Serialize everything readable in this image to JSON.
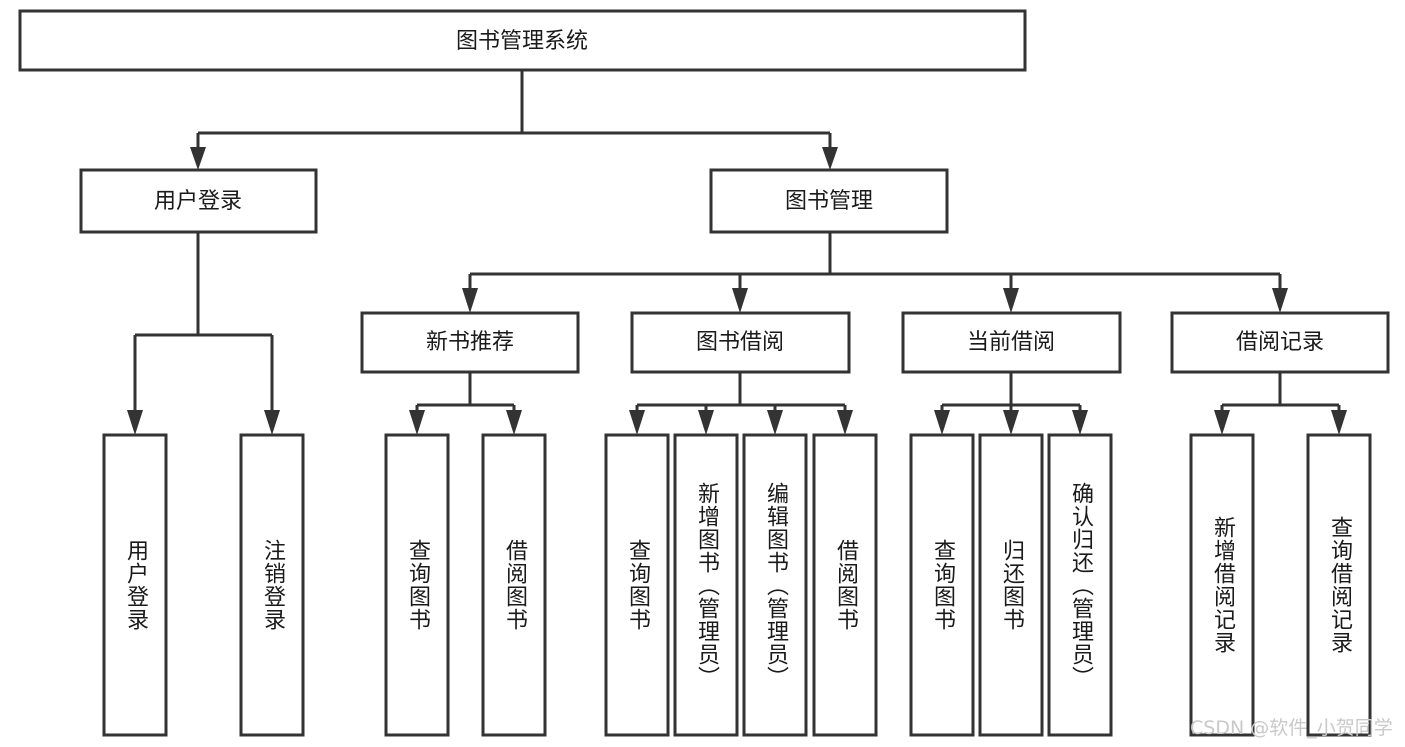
{
  "diagram": {
    "title": "图书管理系统",
    "type": "tree-hierarchy",
    "root": {
      "label": "图书管理系统"
    },
    "level2": [
      {
        "label": "用户登录"
      },
      {
        "label": "图书管理"
      }
    ],
    "level3": [
      {
        "label": "新书推荐"
      },
      {
        "label": "图书借阅"
      },
      {
        "label": "当前借阅"
      },
      {
        "label": "借阅记录"
      }
    ],
    "leaves": {
      "user_login": [
        {
          "label": "用户登录"
        },
        {
          "label": "注销登录"
        }
      ],
      "new_book_recommend": [
        {
          "label": "查询图书"
        },
        {
          "label": "借阅图书"
        }
      ],
      "book_borrow": [
        {
          "label": "查询图书"
        },
        {
          "label": "新增图书（管理员）"
        },
        {
          "label": "编辑图书（管理员）"
        },
        {
          "label": "借阅图书"
        }
      ],
      "current_borrow": [
        {
          "label": "查询图书"
        },
        {
          "label": "归还图书"
        },
        {
          "label": "确认归还（管理员）"
        }
      ],
      "borrow_record": [
        {
          "label": "新增借阅记录"
        },
        {
          "label": "查询借阅记录"
        }
      ]
    }
  },
  "watermark": {
    "text": "CSDN @软件_小贺同学"
  },
  "colors": {
    "stroke": "#333333",
    "box_fill": "#ffffff",
    "text": "#1a1a1a",
    "watermark": "#c9c9c9",
    "background": "#ffffff"
  }
}
